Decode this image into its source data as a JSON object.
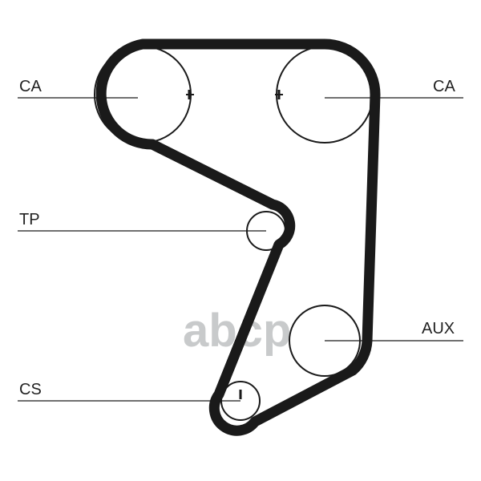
{
  "labels": {
    "ca_left": "CA",
    "ca_right": "CA",
    "tp": "TP",
    "aux": "AUX",
    "cs": "CS"
  },
  "watermark": "abcp",
  "colors": {
    "line": "#1a1a1a",
    "watermark": "#c8cacb"
  }
}
